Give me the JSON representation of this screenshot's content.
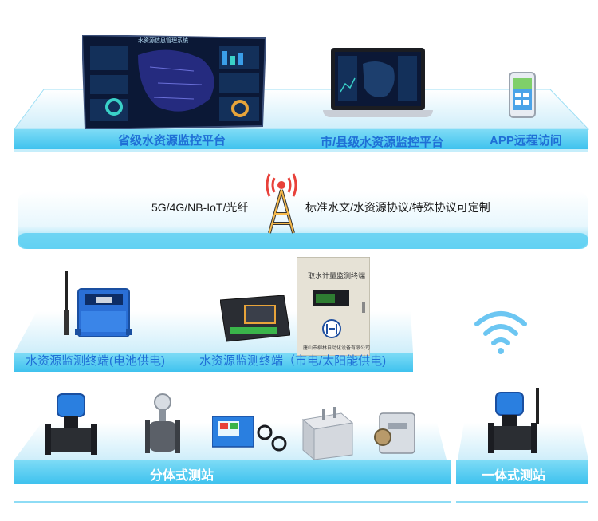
{
  "tier1": {
    "provincial_label": "省级水资源监控平台",
    "city_label": "市/县级水资源监控平台",
    "app_label": "APP远程访问",
    "screen_title": "水资源信息管理系统"
  },
  "tier2": {
    "network_label": "5G/4G/NB-IoT/光纤",
    "protocol_label": "标准水文/水资源协议/特殊协议可定制"
  },
  "tier3": {
    "battery_terminal_label": "水资源监测终端(电池供电)",
    "mains_terminal_label": "水资源监测终端（市电/太阳能供电)",
    "cabinet_title": "取水计量监测终端",
    "cabinet_maker": "唐山市柳林自动化设备有限公司"
  },
  "tier4": {
    "split_label": "分体式测站",
    "integrated_label": "一体式测站"
  },
  "icons": [
    "antenna-tower-icon",
    "wifi-icon"
  ],
  "colors": {
    "platform_top": "#e3f3fb",
    "platform_front": "#5fd0f2",
    "label_blue": "#1f6fd6",
    "tower_red": "#e8413a",
    "tower_body": "#f6b94a"
  }
}
